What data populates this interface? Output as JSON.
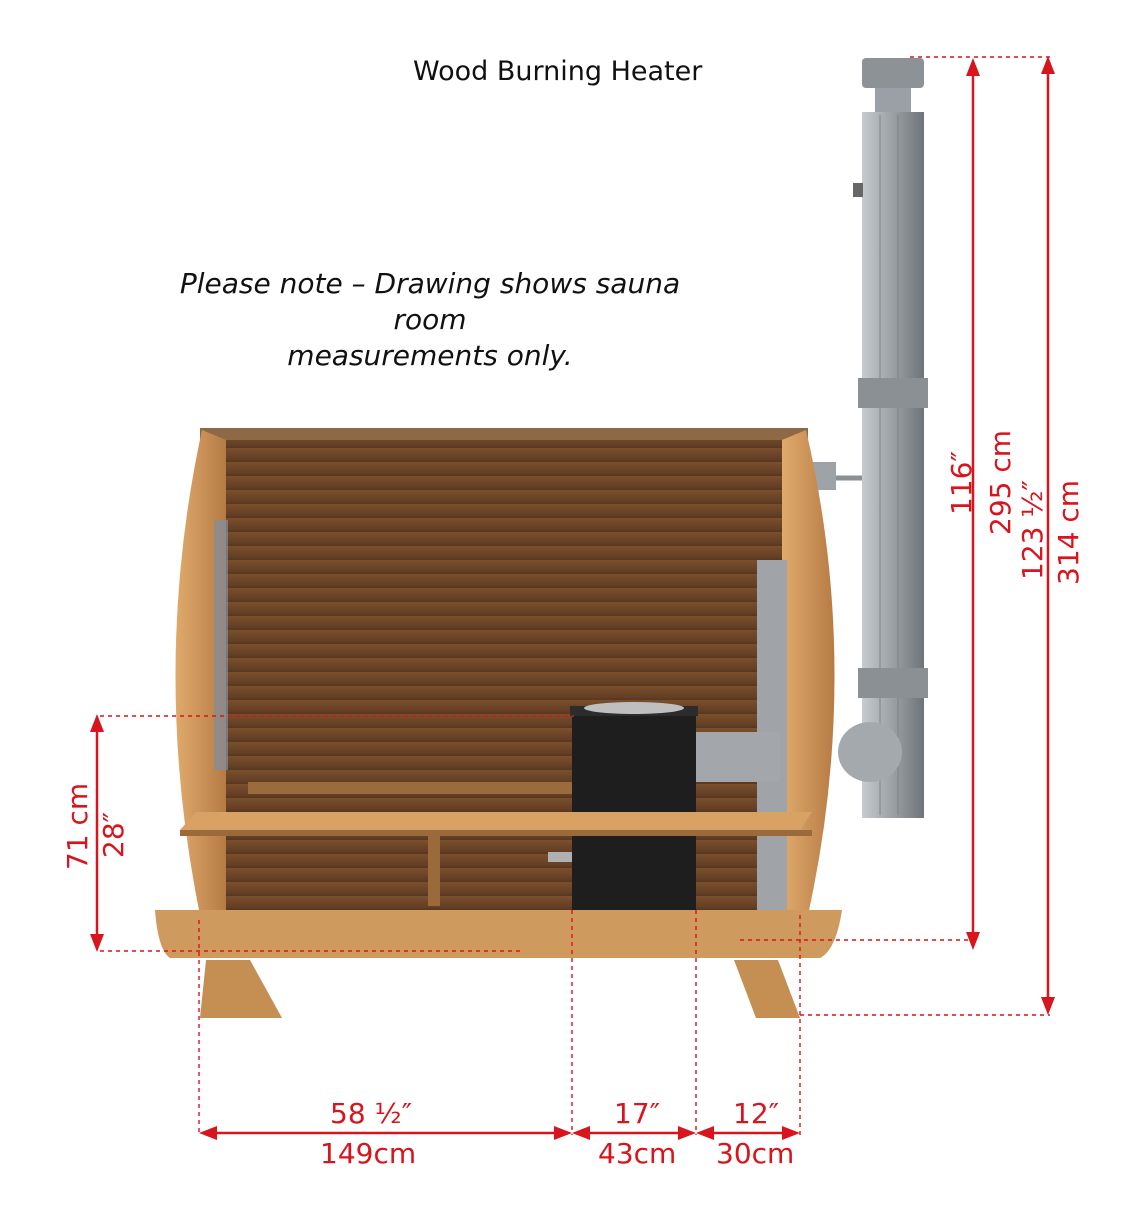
{
  "title": "Wood Burning Heater",
  "note": {
    "line1": "Please note – Drawing shows sauna room",
    "line2": "measurements only."
  },
  "dimensions": {
    "height_total_chimney": {
      "imperial": "123 ½″",
      "metric": "314 cm"
    },
    "height_heater_chimney": {
      "imperial": "116″",
      "metric": "295 cm"
    },
    "height_heater": {
      "imperial": "28″",
      "metric": "71 cm"
    },
    "width_bench": {
      "imperial": "58 ½″",
      "metric": "149cm"
    },
    "width_heater": {
      "imperial": "17″",
      "metric": "43cm"
    },
    "width_gap": {
      "imperial": "12″",
      "metric": "30cm"
    }
  },
  "colors": {
    "dimension_red": "#d8141c",
    "wood_light": "#d9a066",
    "wood_dark": "#8a5a34",
    "heater": "#1e1e1e",
    "chimney": "#a9adb2"
  }
}
